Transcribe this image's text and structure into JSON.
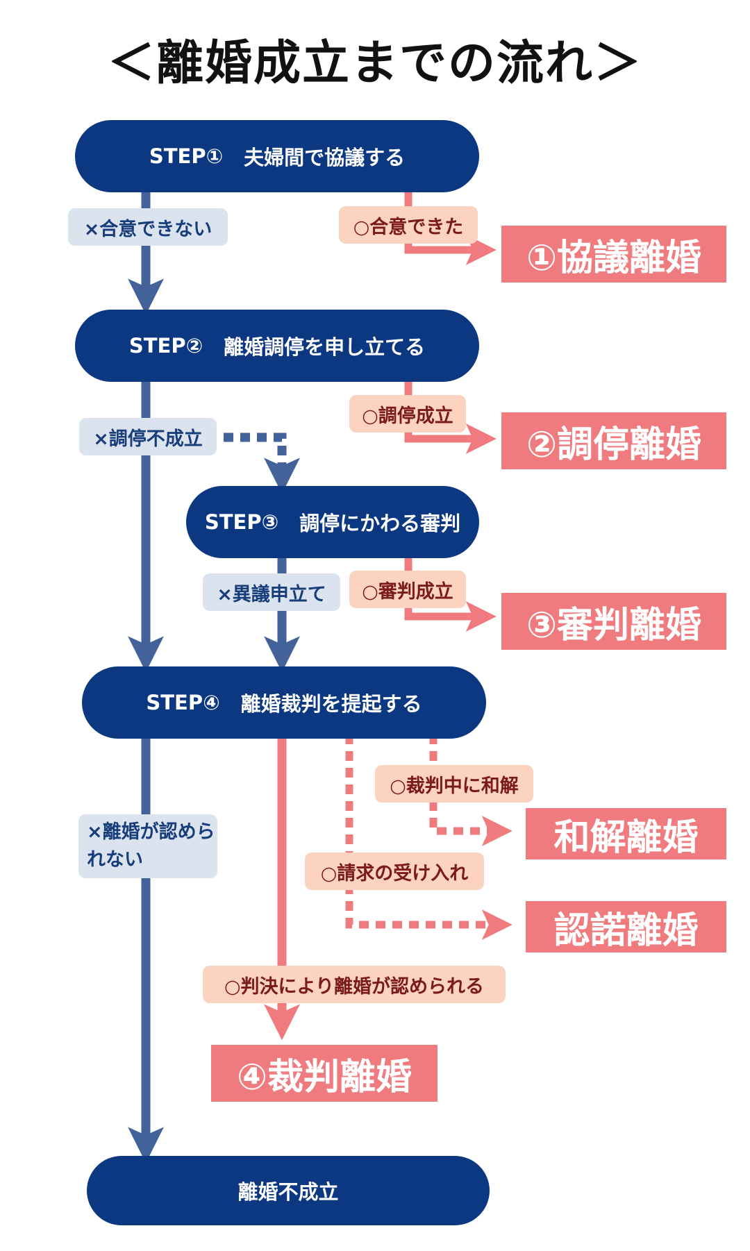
{
  "title": "＜離婚成立までの流れ＞",
  "steps": {
    "step1": {
      "num": "STEP①",
      "text": "夫婦間で協議する"
    },
    "step2": {
      "num": "STEP②",
      "text": "離婚調停を申し立てる"
    },
    "step3": {
      "num": "STEP③",
      "text": "調停にかわる審判"
    },
    "step4": {
      "num": "STEP④",
      "text": "離婚裁判を提起する"
    },
    "fail": {
      "text": "離婚不成立"
    }
  },
  "no_labels": {
    "l1": "×合意できない",
    "l2": "×調停不成立",
    "l3": "×異議申立て",
    "l4": "×離婚が認められない"
  },
  "yes_labels": {
    "l1": "○合意できた",
    "l2": "○調停成立",
    "l3": "○審判成立",
    "l4": "○裁判中に和解",
    "l5": "○請求の受け入れ",
    "l6": "○判決により離婚が認められる"
  },
  "results": {
    "r1": "①協議離婚",
    "r2": "②調停離婚",
    "r3": "③審判離婚",
    "r4": "和解離婚",
    "r5": "認諾離婚",
    "r6": "④裁判離婚"
  },
  "colors": {
    "navy": "#0b3880",
    "blue_line": "#44629a",
    "coral": "#ef7b7e",
    "pale_blue": "#dbe3ef",
    "peach": "#fcd3c0"
  }
}
